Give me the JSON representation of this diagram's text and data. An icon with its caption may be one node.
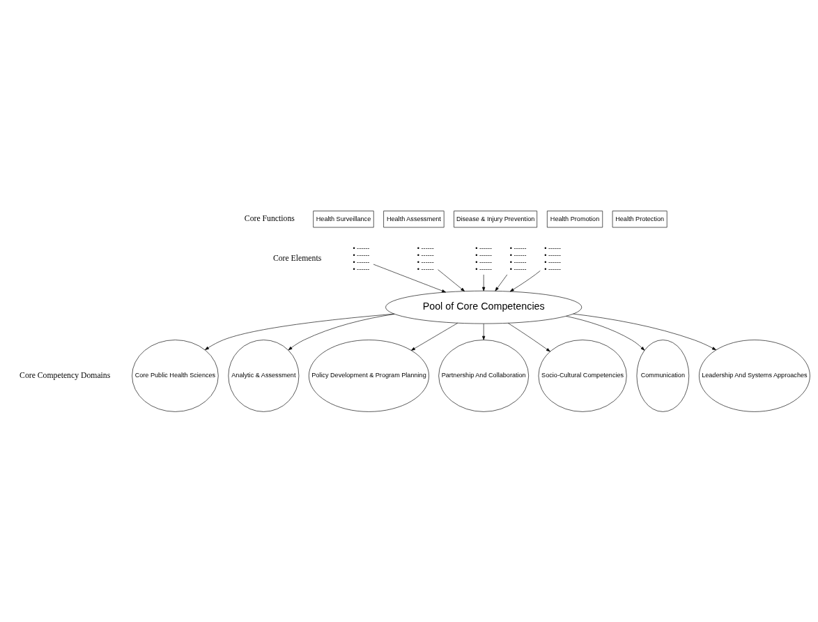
{
  "diagram": {
    "nodes": [
      {
        "text": [
          "Health Surveillance"
        ]
      },
      {
        "text": [
          "Health Assessment"
        ]
      },
      {
        "text": [
          "Disease & Injury Prevention"
        ]
      },
      {
        "text": [
          "Health Promotion"
        ]
      },
      {
        "text": [
          "Health Protection"
        ]
      },
      {
        "text": [
          "• ------",
          "• ------",
          "• ------",
          "• ------"
        ]
      },
      {
        "text": [
          "• ------",
          "• ------",
          "• ------",
          "• ------"
        ]
      },
      {
        "text": [
          "• ------",
          "• ------",
          "• ------",
          "• ------"
        ]
      },
      {
        "text": [
          "• ------",
          "• ------",
          "• ------",
          "• ------"
        ]
      },
      {
        "text": [
          "• ------",
          "• ------",
          "• ------",
          "• ------"
        ]
      },
      {
        "text": [
          "Pool of Core Competencies"
        ]
      },
      {
        "text": [
          "Core Public Health Sciences"
        ]
      },
      {
        "text": [
          "Analytic & Assessment"
        ]
      },
      {
        "text": [
          "Policy Development & Program Planning"
        ]
      },
      {
        "text": [
          "Partnership And Collaboration"
        ]
      },
      {
        "text": [
          "Socio-Cultural Competencies"
        ]
      },
      {
        "text": [
          "Communication"
        ]
      },
      {
        "text": [
          "Leadership And Systems Approaches"
        ]
      }
    ],
    "edges": [
      {
        "from": 5,
        "to": 10,
        "arrow": "to"
      },
      {
        "from": 6,
        "to": 10,
        "arrow": "to"
      },
      {
        "from": 7,
        "to": 10,
        "arrow": "to"
      },
      {
        "from": 8,
        "to": 10,
        "arrow": "to"
      },
      {
        "from": 9,
        "to": 10,
        "arrow": "to"
      },
      {
        "from": 10,
        "to": 11,
        "arrow": "to"
      },
      {
        "from": 10,
        "to": 12,
        "arrow": "to"
      },
      {
        "from": 10,
        "to": 13,
        "arrow": "to"
      },
      {
        "from": 10,
        "to": 14,
        "arrow": "to"
      },
      {
        "from": 10,
        "to": 15,
        "arrow": "to"
      },
      {
        "from": 10,
        "to": 16,
        "arrow": "to"
      },
      {
        "from": 10,
        "to": 17,
        "arrow": "to"
      }
    ],
    "labels": [
      "Core Functions",
      "Core Elements",
      "Core Competency Domains"
    ]
  }
}
